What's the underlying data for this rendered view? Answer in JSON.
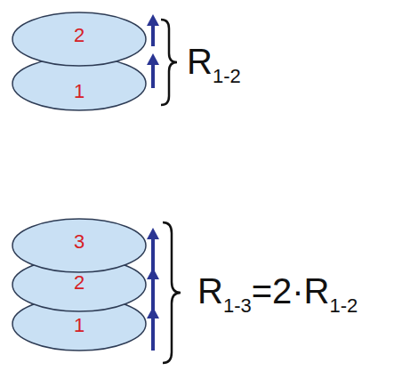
{
  "diagram": {
    "nodes": [
      {
        "text": [
          "2"
        ]
      },
      {
        "text": [
          "1"
        ]
      },
      {
        "text": [
          "3"
        ]
      },
      {
        "text": [
          "2"
        ]
      },
      {
        "text": [
          "1"
        ]
      }
    ],
    "labels": [
      "R",
      "1-2",
      "R",
      "1-3",
      "=2·R",
      "1-2"
    ]
  }
}
